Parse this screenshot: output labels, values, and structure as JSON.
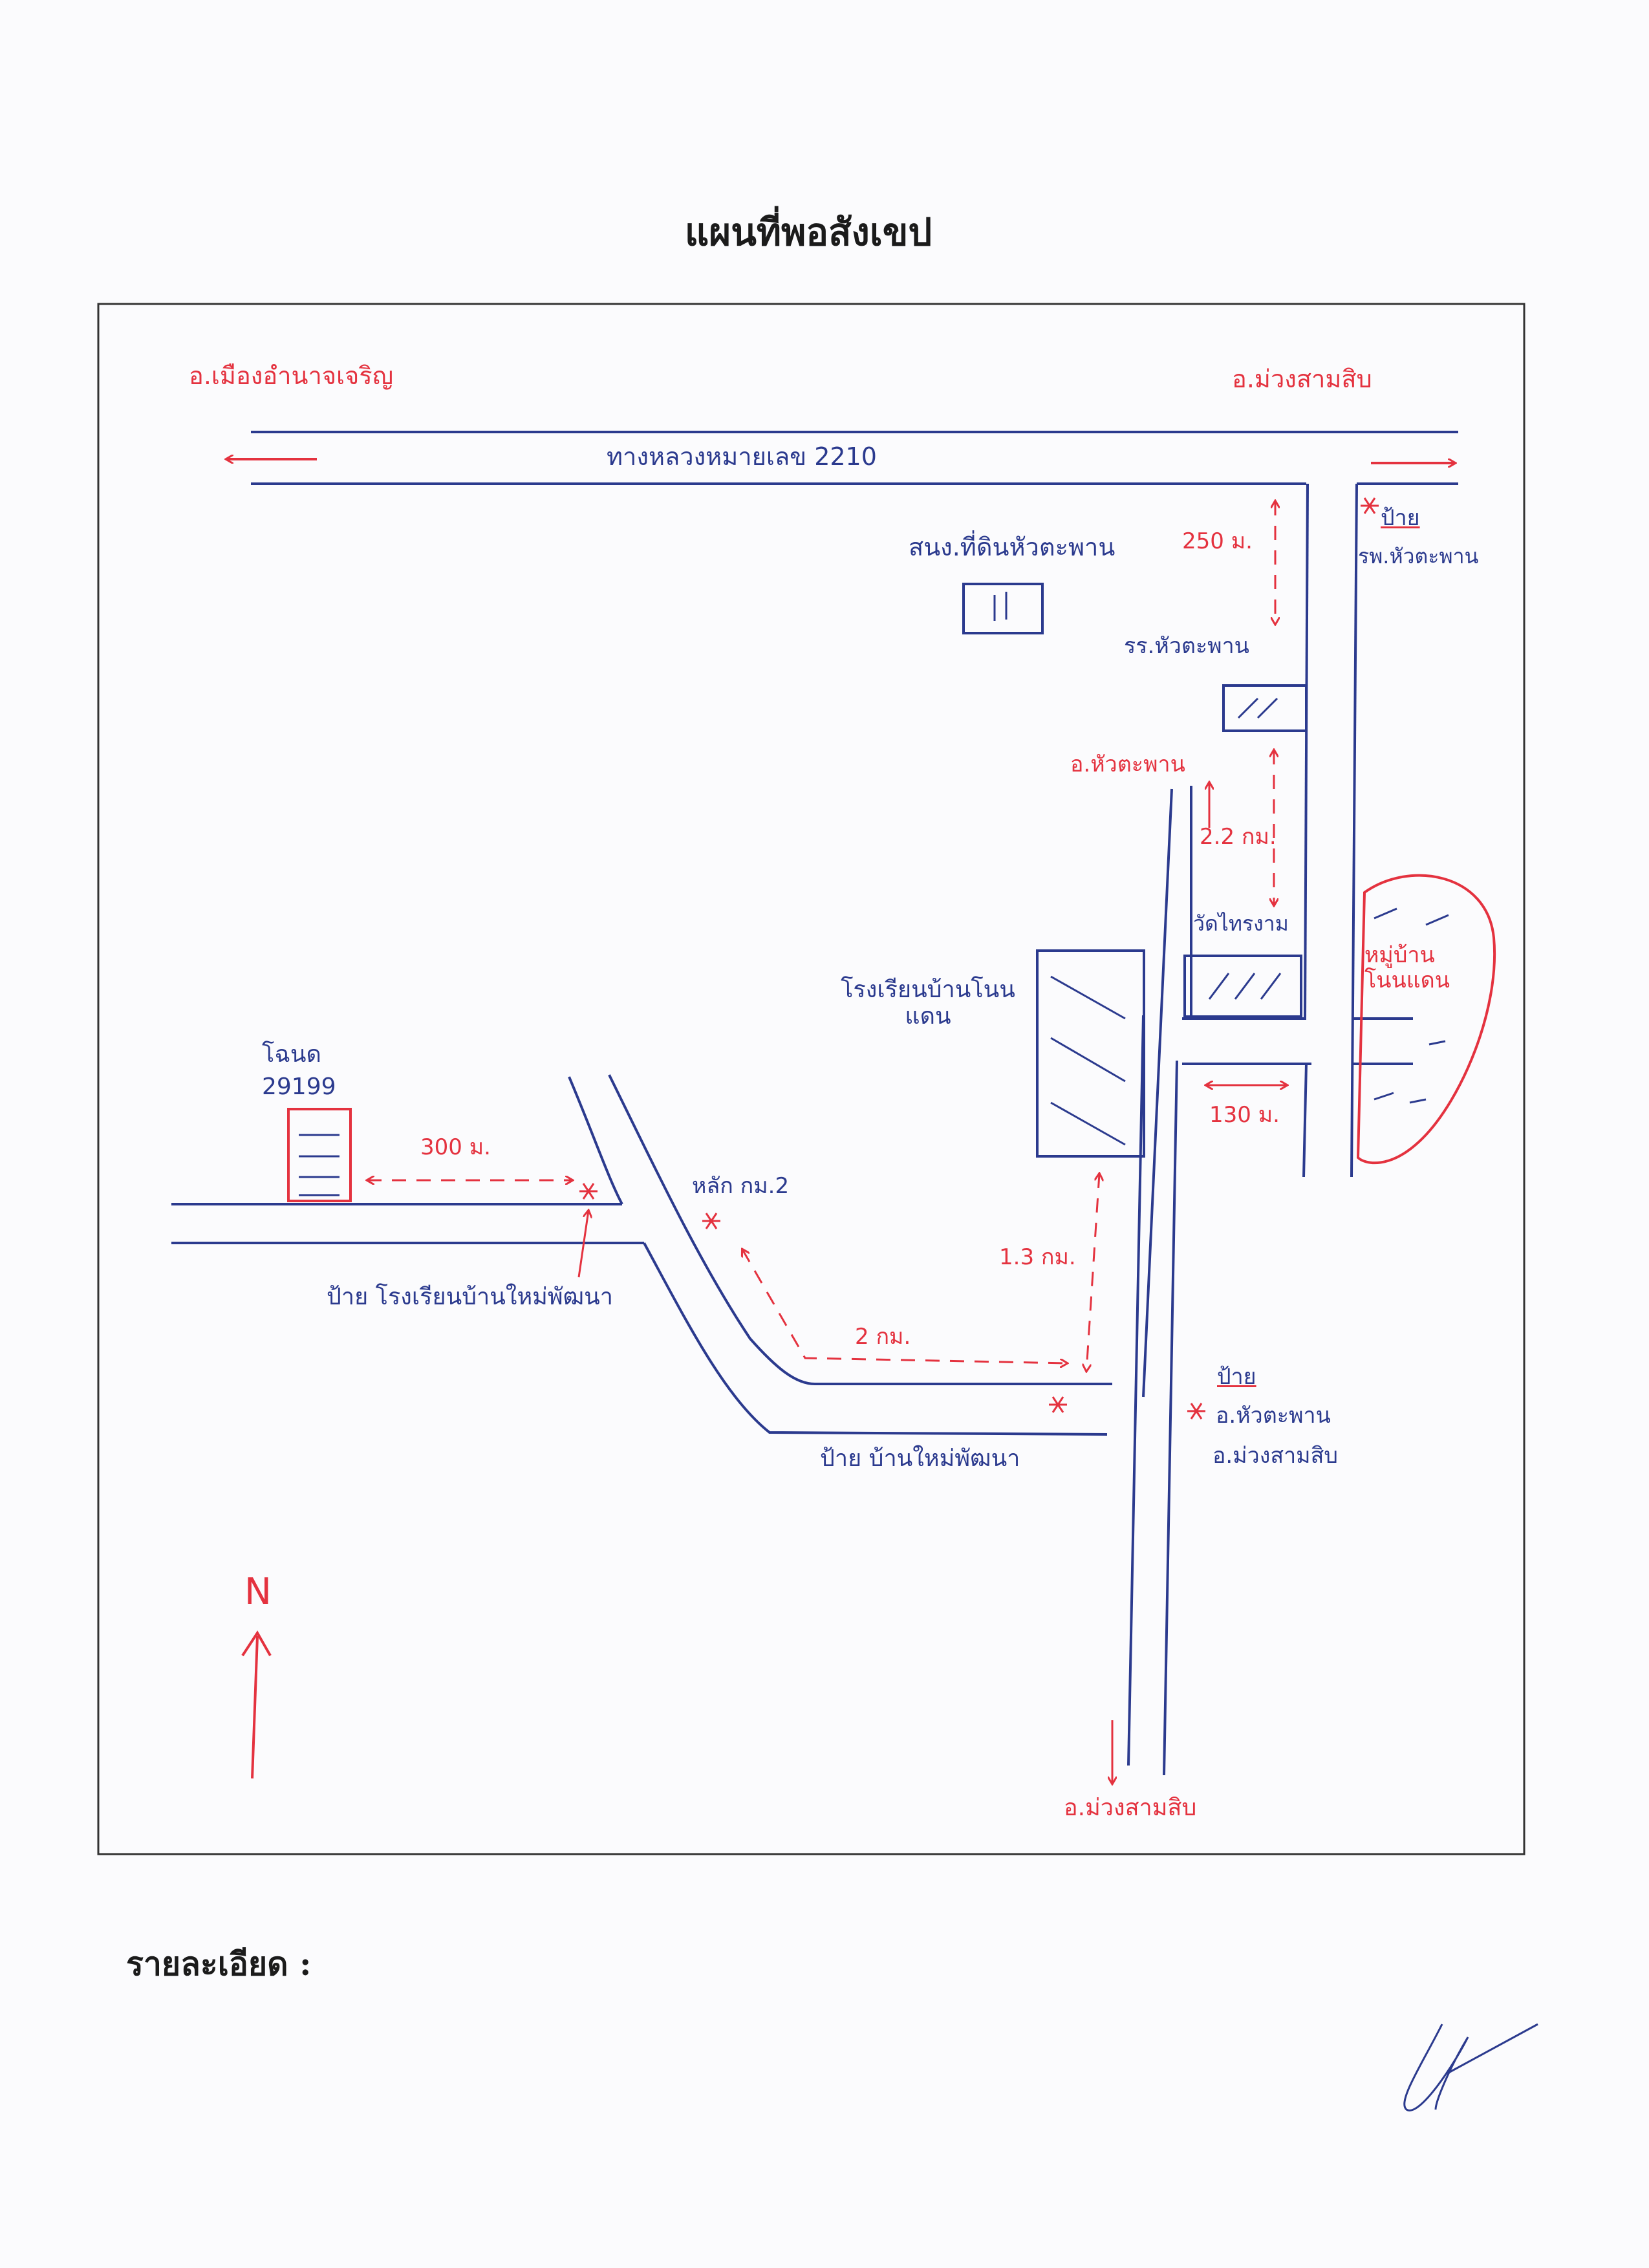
{
  "title": "แผนที่พอสังเขป",
  "details_label": "รายละเอียด :",
  "labels": {
    "top_left_district": "อ.เมืองอำนาจเจริญ",
    "top_right_district": "อ.ม่วงสามสิบ",
    "highway": "ทางหลวงหมายเลข 2210",
    "land_office": "สนง.ที่ดินหัวตะพาน",
    "dist_250": "250 ม.",
    "sign_hospital_top": "ป้าย",
    "hospital_top": "รพ.หัวตะพาน",
    "school_top": "รร.หัวตะพาน",
    "to_hua_taphan": "อ.หัวตะพาน",
    "dist_22": "2.2 กม.",
    "temple": "วัดไทรงาม",
    "village": "หมู่บ้านโนนแดน",
    "school_mid": "โรงเรียนบ้านโนนแดน",
    "plot_title": "โฉนด",
    "plot_number": "29199",
    "dist_300": "300 ม.",
    "km_post": "หลัก กม.2",
    "dist_13": "1.3 กม.",
    "dist_130": "130 ม.",
    "dist_2": "2 กม.",
    "sign_school": "ป้าย โรงเรียนบ้านใหม่พัฒนา",
    "sign_village": "ป้าย บ้านใหม่พัฒนา",
    "sign_right_title": "ป้าย",
    "sign_right_line1": "อ.หัวตะพาน",
    "sign_right_line2": "อ.ม่วงสามสิบ",
    "north": "N",
    "bottom_district": "อ.ม่วงสามสิบ"
  },
  "colors": {
    "road_ink": "#2b3a8e",
    "annotation_ink": "#e4323f",
    "frame": "#333333"
  },
  "signature": "signature"
}
